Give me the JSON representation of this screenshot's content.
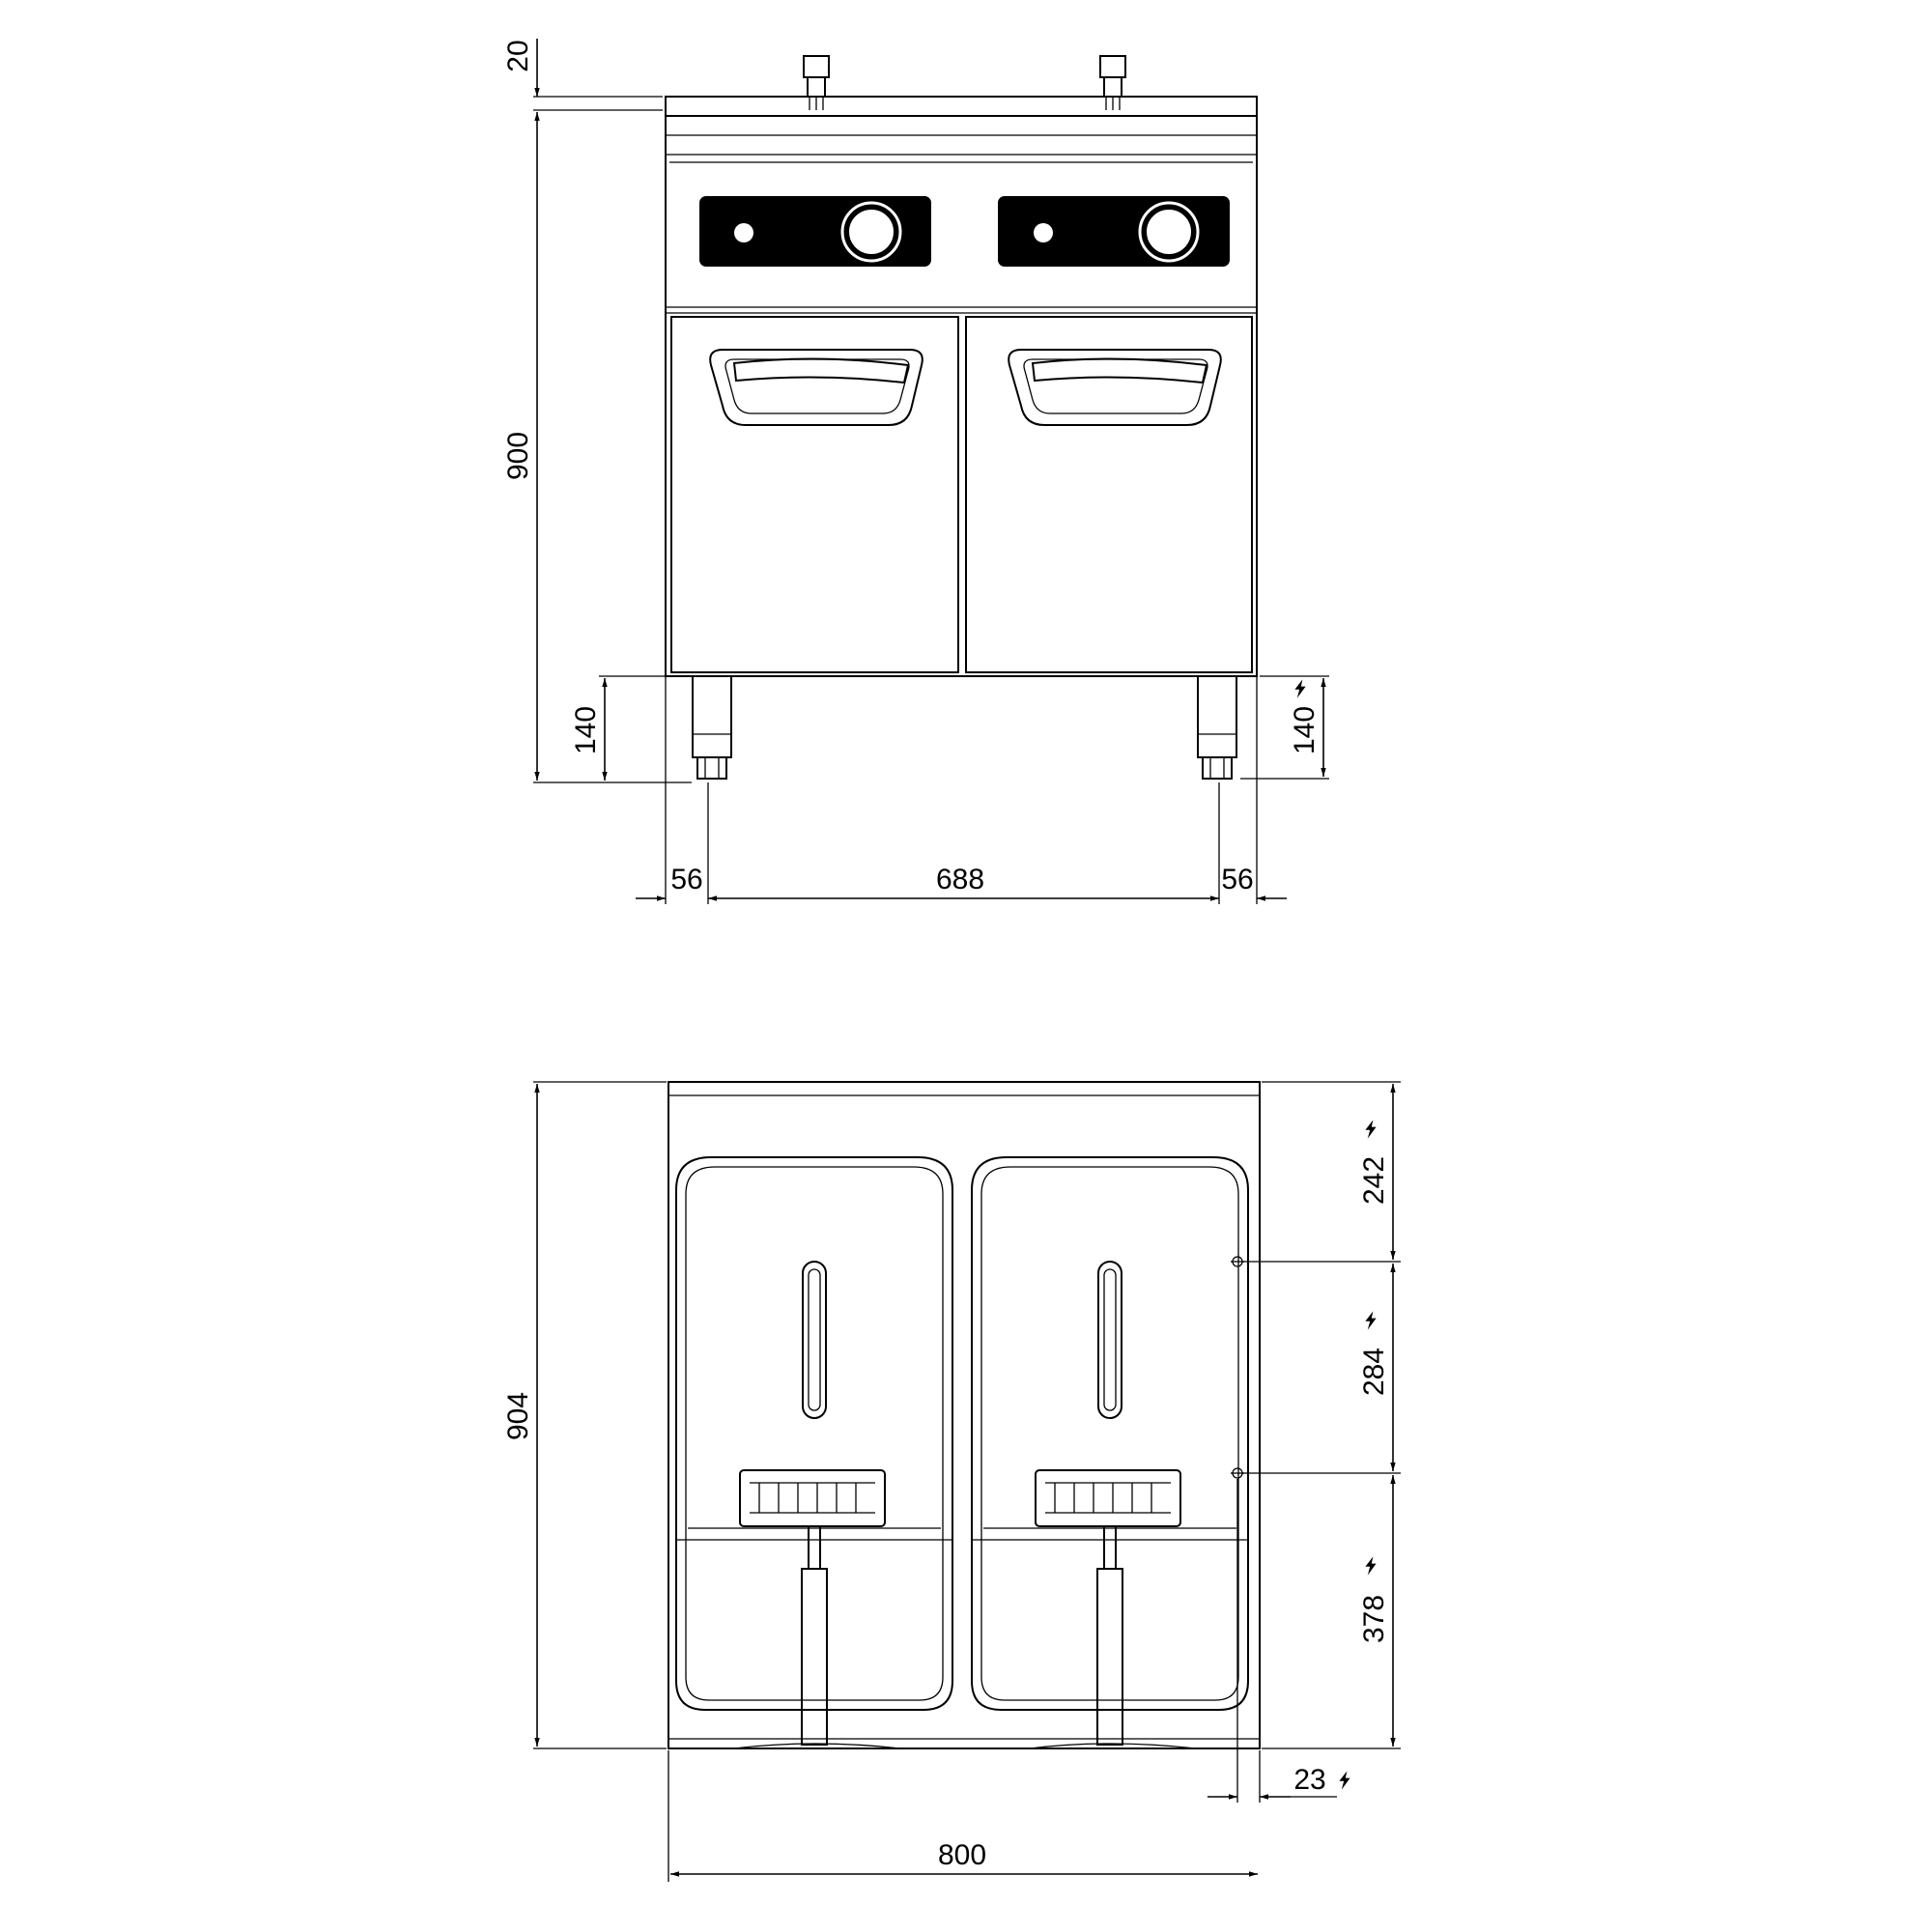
{
  "front_view": {
    "dims": {
      "top_gap": "20",
      "height": "900",
      "foot_left": "140",
      "foot_right": "140",
      "left_offset": "56",
      "feet_span": "688",
      "right_offset": "56"
    }
  },
  "top_view": {
    "dims": {
      "depth": "904",
      "seg_top": "242",
      "seg_mid": "284",
      "seg_bottom": "378",
      "conn_offset": "23",
      "width": "800"
    }
  },
  "icons": {
    "electric": "lightning-bolt-icon"
  }
}
